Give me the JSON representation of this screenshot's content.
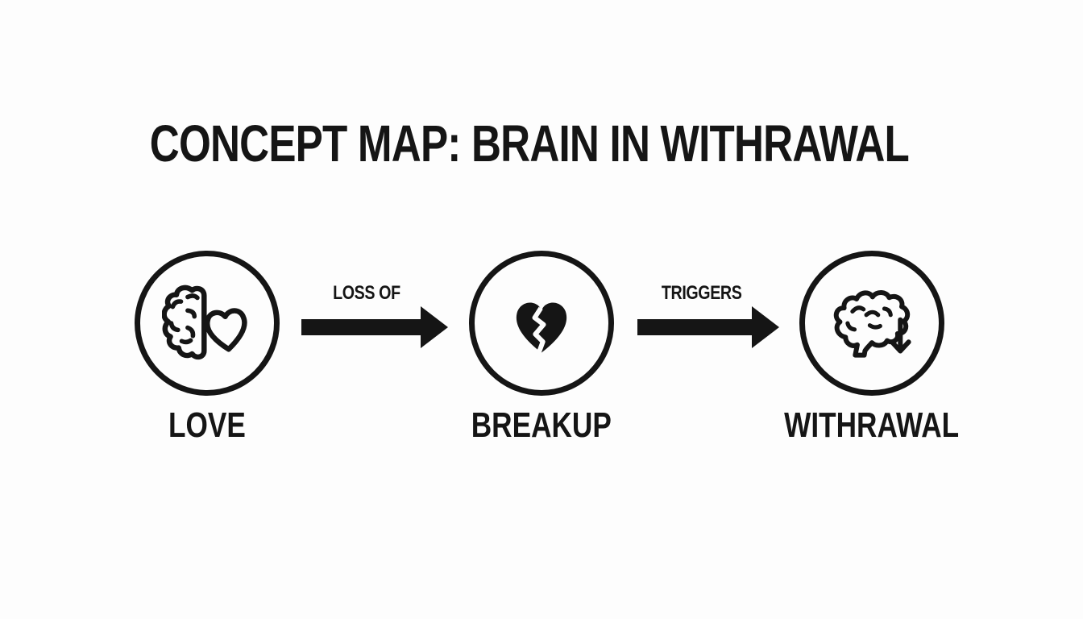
{
  "title": "CONCEPT MAP: BRAIN IN WITHRAWAL",
  "nodes": [
    {
      "id": "love",
      "label": "LOVE",
      "icon": "brain-heart-icon"
    },
    {
      "id": "breakup",
      "label": "BREAKUP",
      "icon": "broken-heart-icon"
    },
    {
      "id": "withdrawal",
      "label": "WITHRAWAL",
      "icon": "brain-down-arrow-icon"
    }
  ],
  "edges": [
    {
      "from": "love",
      "to": "breakup",
      "label": "LOSS OF"
    },
    {
      "from": "breakup",
      "to": "withdrawal",
      "label": "TRIGGERS"
    }
  ],
  "colors": {
    "ink": "#151515",
    "background": "#fdfdfd"
  }
}
